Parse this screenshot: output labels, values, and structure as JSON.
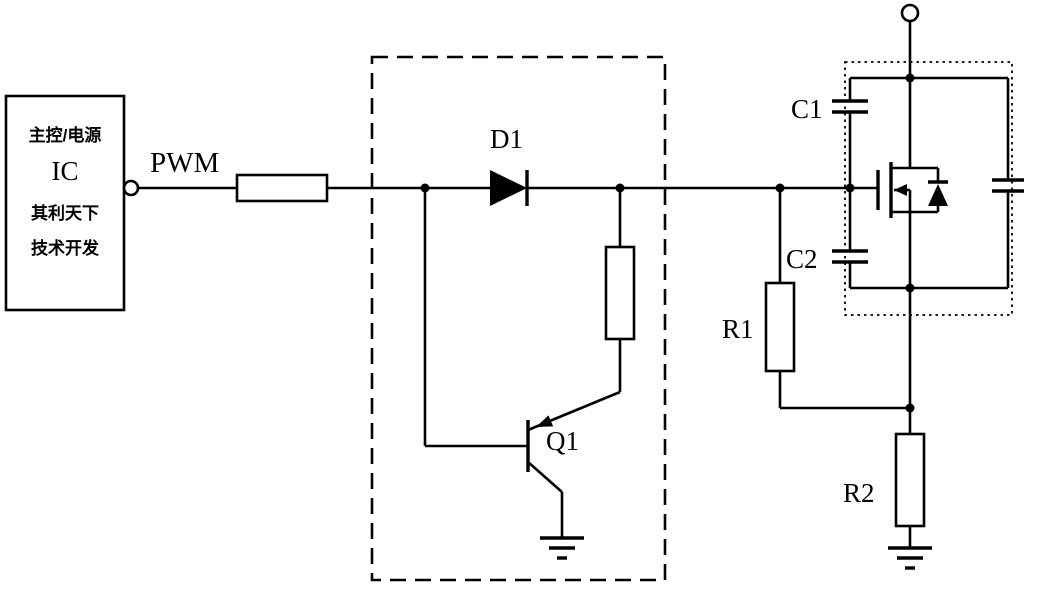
{
  "diagram": {
    "kind": "mosfet-pwm-gate-drive-schematic",
    "background_color": "#ffffff",
    "line_color": "#000000"
  },
  "ic_block": {
    "line1": "主控/电源",
    "line2": "IC",
    "line3": "其利天下",
    "line4": "技术开发"
  },
  "labels": {
    "pwm": "PWM",
    "d1": "D1",
    "q1": "Q1",
    "c1": "C1",
    "c2": "C2",
    "r1": "R1",
    "r2": "R2"
  }
}
